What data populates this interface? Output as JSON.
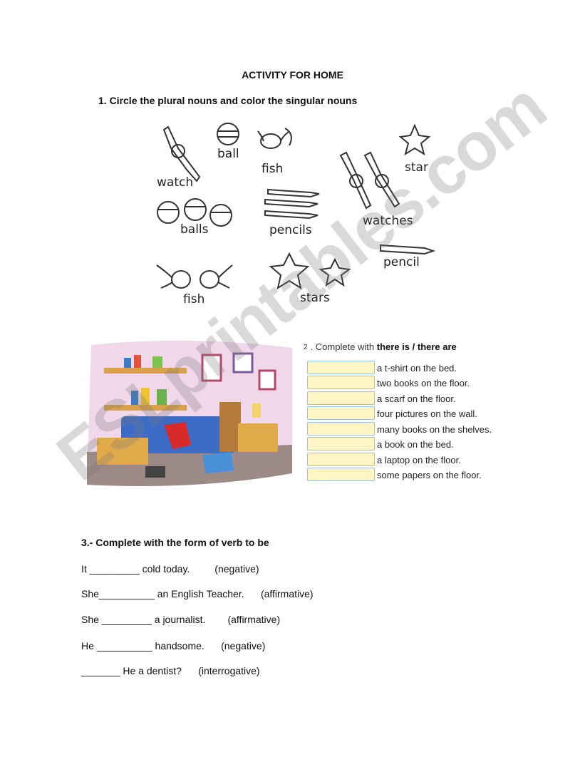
{
  "title": "ACTIVITY FOR HOME",
  "q1": {
    "heading": "1.   Circle the plural nouns and color the singular nouns",
    "labels": {
      "ball": "ball",
      "fish": "fish",
      "star": "star",
      "watch": "watch",
      "balls": "balls",
      "pencils": "pencils",
      "watches": "watches",
      "pencil": "pencil",
      "fish2": "fish",
      "stars": "stars"
    }
  },
  "q2": {
    "number": "2",
    "heading_prefix": ". Complete with",
    "heading_bold": "there is / there are",
    "sentences": [
      "a t-shirt on the bed.",
      "two books on the floor.",
      "a scarf on the floor.",
      "four pictures on the wall.",
      "many books on the shelves.",
      "a book on the bed.",
      "a laptop on the floor.",
      "some papers on the floor."
    ]
  },
  "q3": {
    "heading": "3.- Complete with the form of verb to be",
    "lines": [
      "It _________ cold today.         (negative)",
      "She__________ an English Teacher.      (affirmative)",
      "She _________ a journalist.        (affirmative)",
      "He __________ handsome.      (negative)",
      "_______ He a dentist?      (interrogative)"
    ]
  },
  "watermark": "ESLprintables.com"
}
